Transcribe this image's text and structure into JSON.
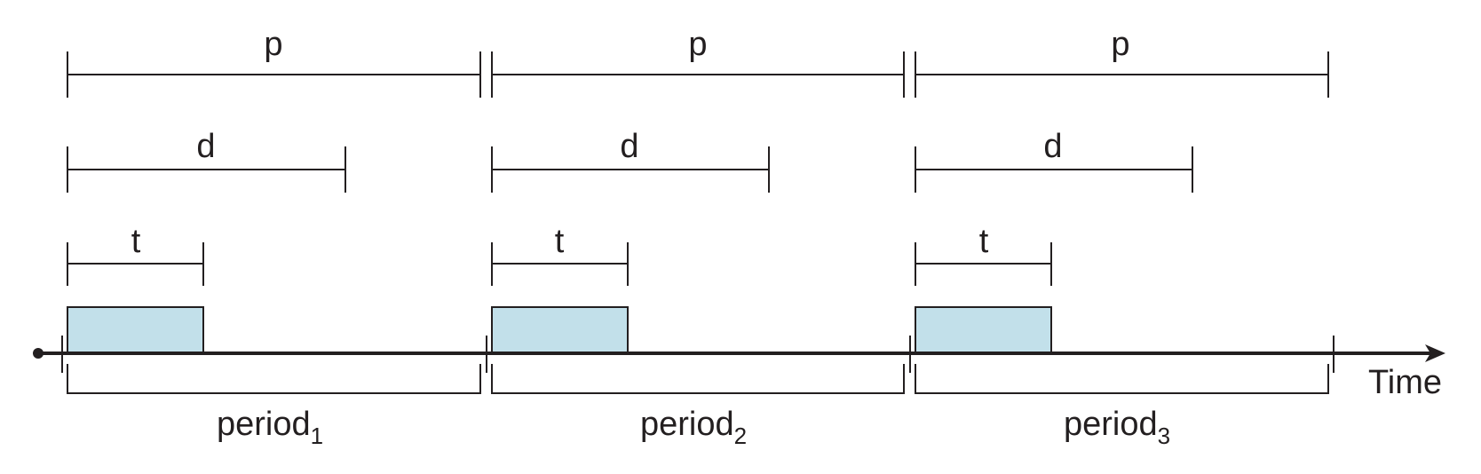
{
  "labels": {
    "period_symbol": "p",
    "deadline_symbol": "d",
    "processing_symbol": "t",
    "axis_label": "Time",
    "period_word": "period"
  },
  "periods": [
    {
      "index": "1"
    },
    {
      "index": "2"
    },
    {
      "index": "3"
    }
  ],
  "colors": {
    "burst_fill": "#c2e0ea",
    "line": "#231f20",
    "background": "#ffffff"
  }
}
